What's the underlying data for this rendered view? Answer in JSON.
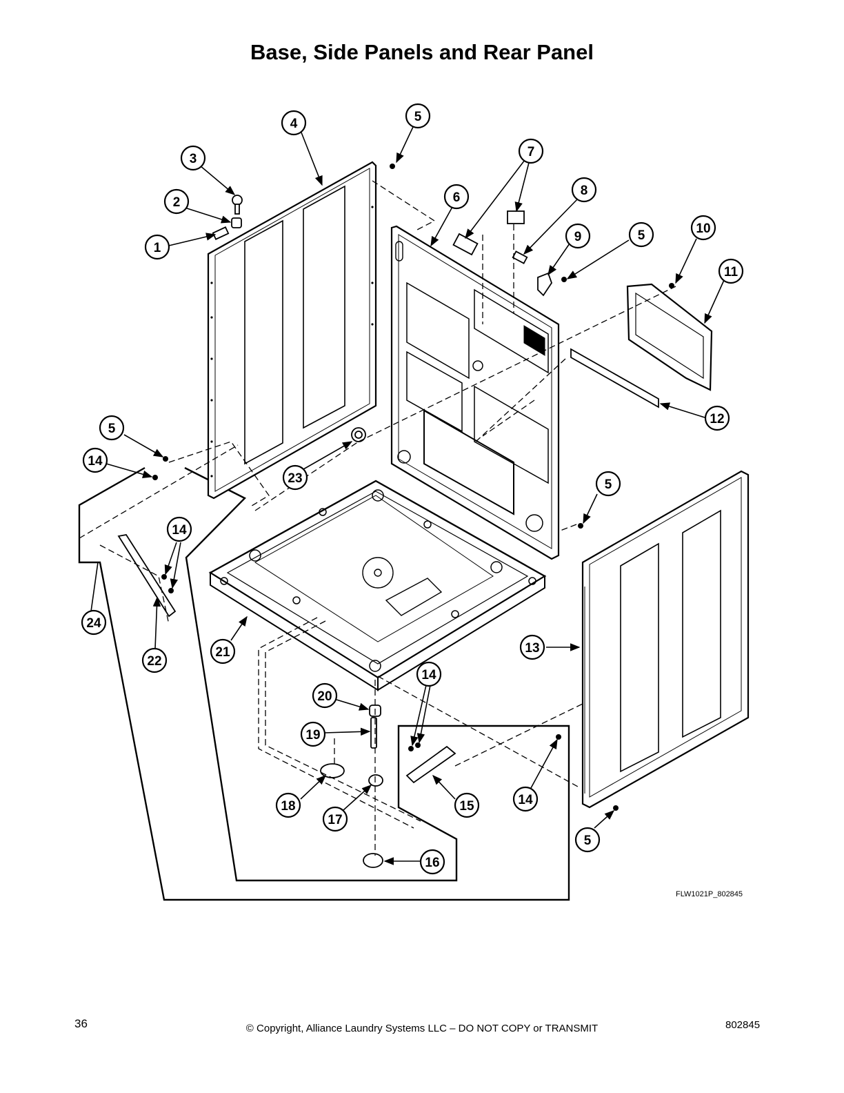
{
  "title": "Base, Side Panels and Rear Panel",
  "drawing_id": "FLW1021P_802845",
  "footer": {
    "page_number": "36",
    "copyright": "© Copyright, Alliance Laundry Systems LLC – DO NOT COPY or TRANSMIT",
    "document_number": "802845"
  },
  "callouts": [
    {
      "label": "1"
    },
    {
      "label": "2"
    },
    {
      "label": "3"
    },
    {
      "label": "4"
    },
    {
      "label": "5"
    },
    {
      "label": "6"
    },
    {
      "label": "7"
    },
    {
      "label": "8"
    },
    {
      "label": "9"
    },
    {
      "label": "5"
    },
    {
      "label": "10"
    },
    {
      "label": "11"
    },
    {
      "label": "12"
    },
    {
      "label": "5"
    },
    {
      "label": "14"
    },
    {
      "label": "23"
    },
    {
      "label": "14"
    },
    {
      "label": "24"
    },
    {
      "label": "22"
    },
    {
      "label": "21"
    },
    {
      "label": "5"
    },
    {
      "label": "13"
    },
    {
      "label": "20"
    },
    {
      "label": "19"
    },
    {
      "label": "14"
    },
    {
      "label": "18"
    },
    {
      "label": "17"
    },
    {
      "label": "15"
    },
    {
      "label": "14"
    },
    {
      "label": "5"
    },
    {
      "label": "16"
    }
  ]
}
